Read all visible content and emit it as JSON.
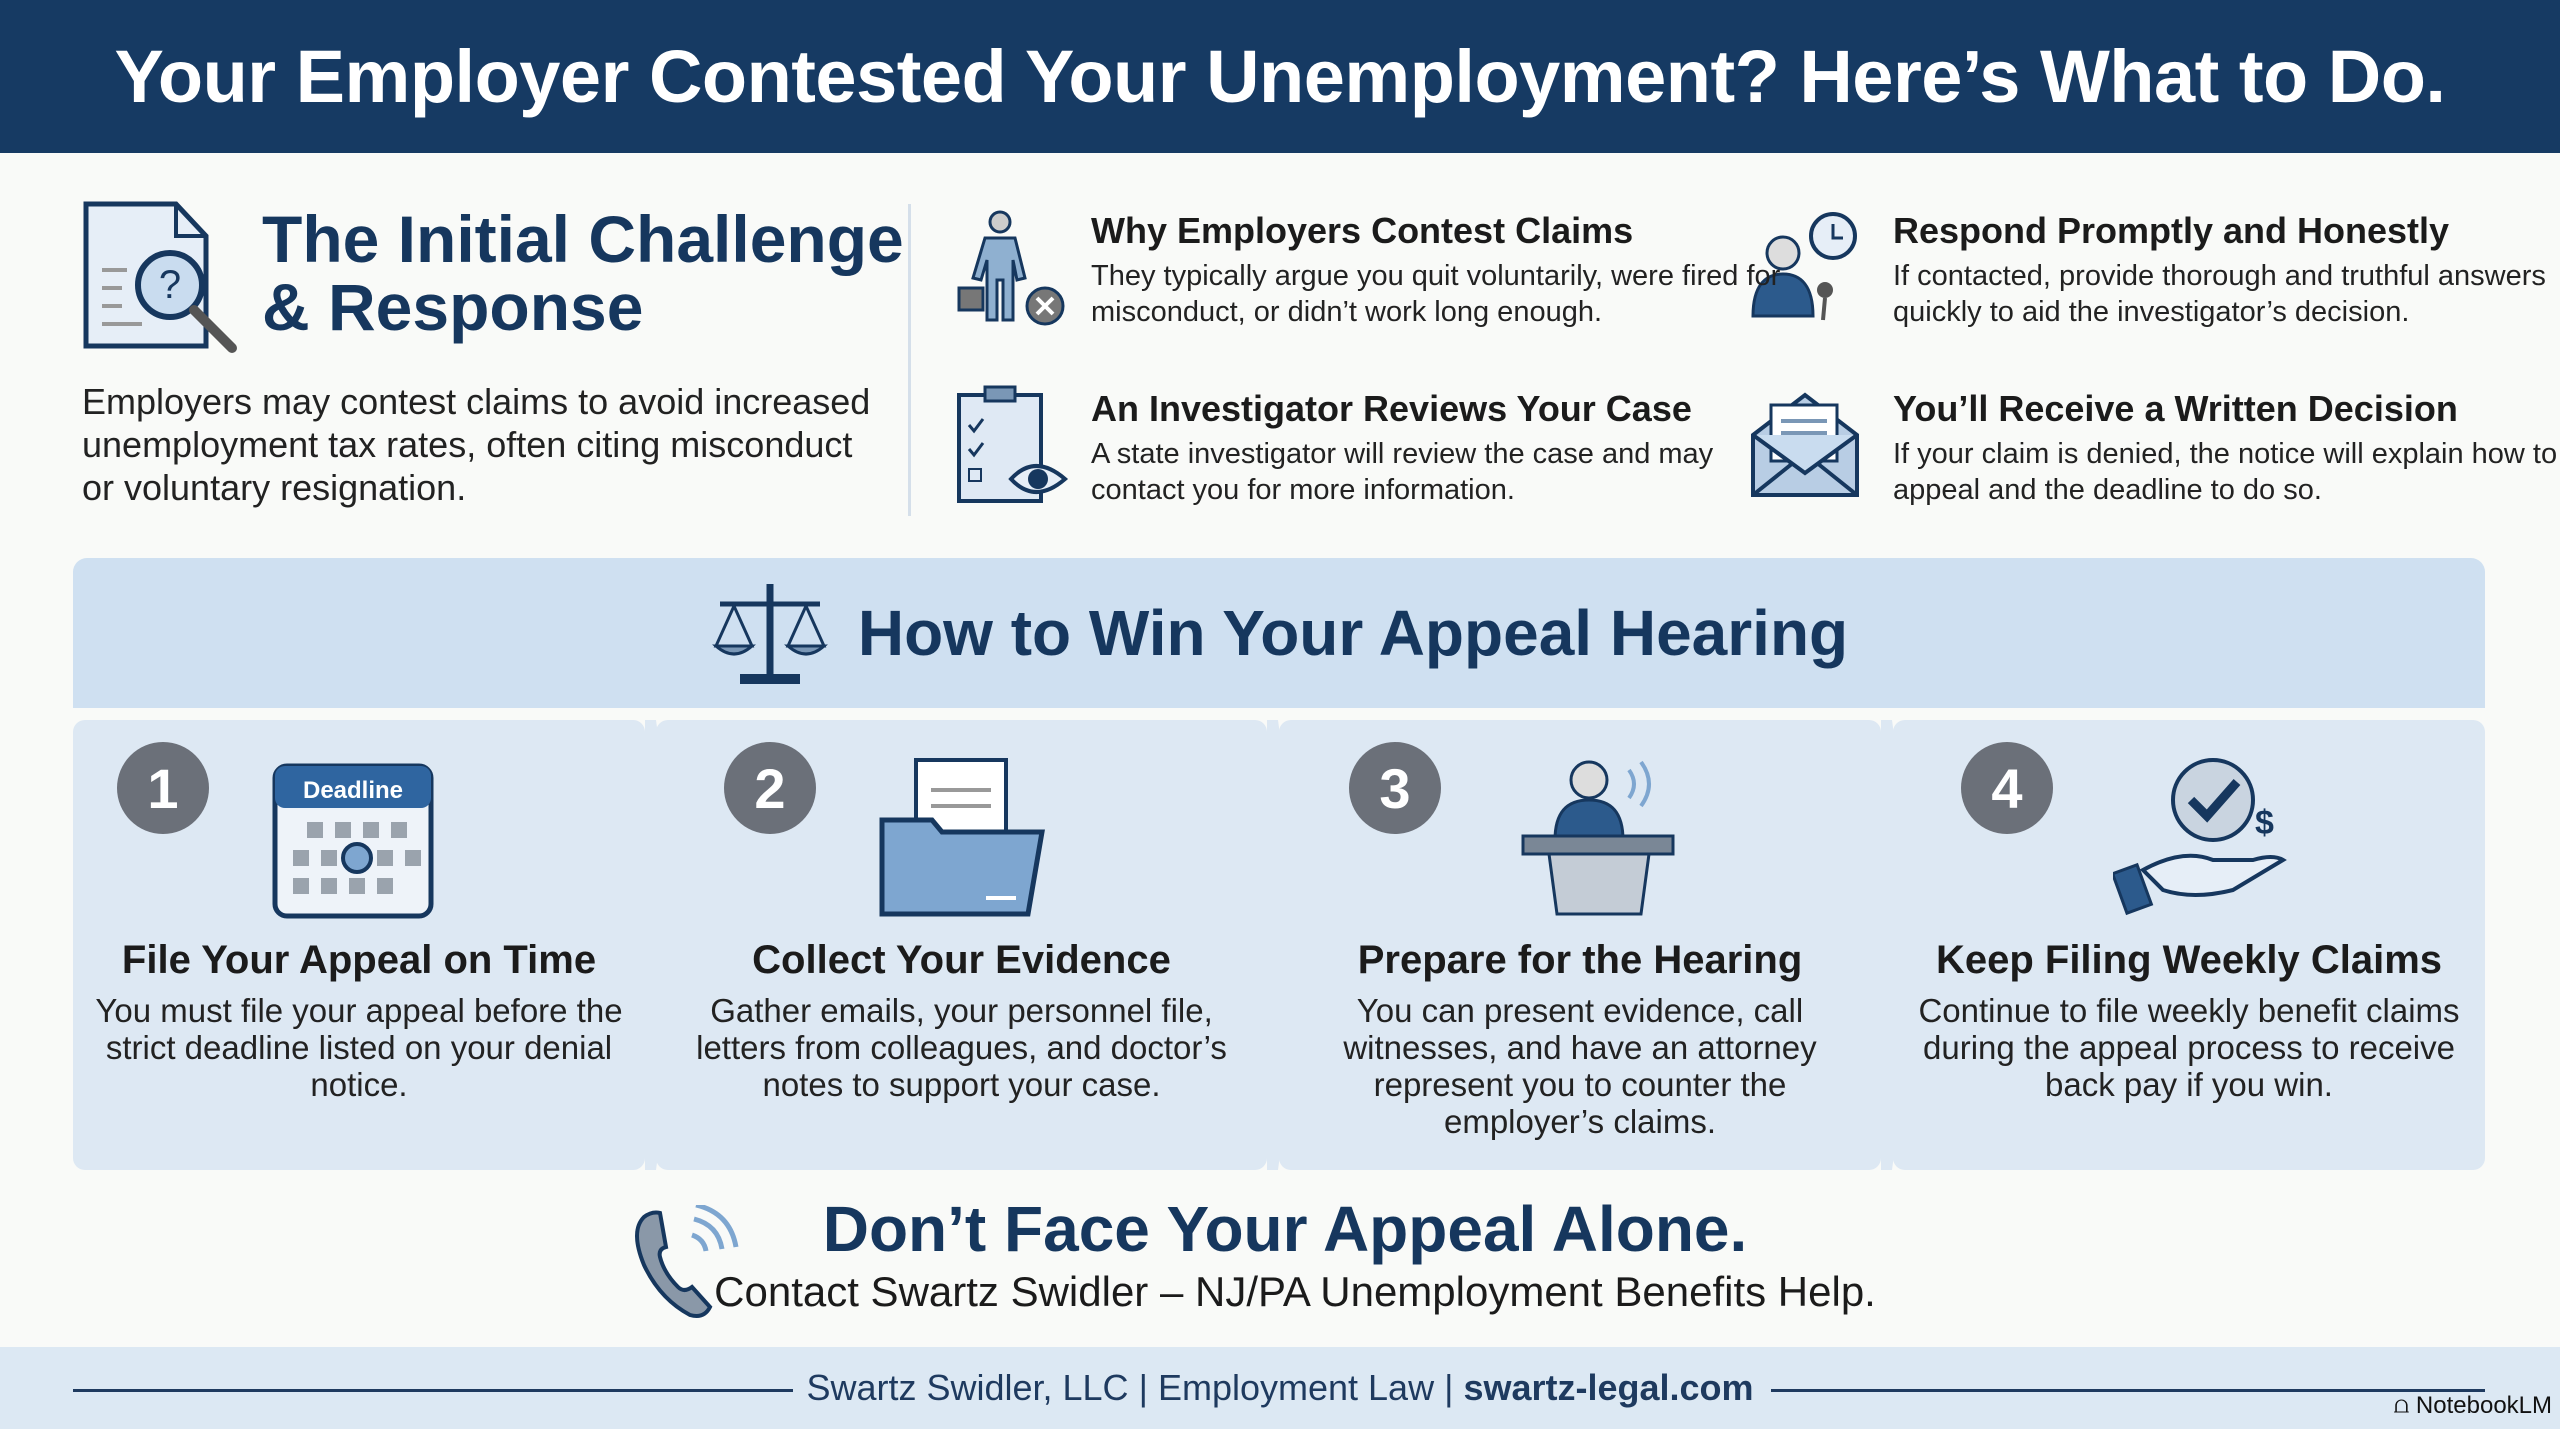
{
  "header": {
    "title": "Your Employer Contested Your Unemployment? Here’s What to Do."
  },
  "intro": {
    "title_line1": "The Initial Challenge",
    "title_line2": "& Response",
    "text": "Employers may contest claims to avoid increased unemployment tax rates, often citing misconduct or voluntary resignation."
  },
  "items": [
    {
      "title": "Why Employers Contest Claims",
      "text": "They typically argue you quit voluntarily, were fired for misconduct, or didn’t work long enough.",
      "icon": "person-leaving-icon"
    },
    {
      "title": "Respond Promptly and Honestly",
      "text": "If contacted, provide thorough and truthful answers quickly to aid the investigator’s decision.",
      "icon": "interview-clock-icon"
    },
    {
      "title": "An Investigator Reviews Your Case",
      "text": "A state investigator will review the case and may contact you for more information.",
      "icon": "clipboard-eye-icon"
    },
    {
      "title": "You’ll Receive a Written Decision",
      "text": "If your claim is denied, the notice will explain how to appeal and the deadline to do so.",
      "icon": "envelope-letter-icon"
    }
  ],
  "appeal": {
    "title": "How to Win Your Appeal Hearing",
    "steps": [
      {
        "number": "1",
        "title": "File Your Appeal on Time",
        "text": "You must file your appeal before the strict deadline listed on your denial notice.",
        "icon_label": "Deadline"
      },
      {
        "number": "2",
        "title": "Collect Your Evidence",
        "text": "Gather emails, your personnel file, letters from colleagues, and doctor’s notes to support your case."
      },
      {
        "number": "3",
        "title": "Prepare for the Hearing",
        "text": "You can present evidence, call witnesses, and have an attorney represent you to counter the employer’s claims."
      },
      {
        "number": "4",
        "title": "Keep Filing Weekly Claims",
        "text": "Continue to file weekly benefit claims during the appeal process to receive back pay if you win."
      }
    ]
  },
  "cta": {
    "title": "Don’t Face Your Appeal Alone.",
    "subtitle": "Contact Swartz Swidler – NJ/PA Unemployment Benefits Help."
  },
  "footer": {
    "firm": "Swartz Swidler, LLC",
    "sep": "|",
    "practice": "Employment Law",
    "website": "swartz-legal.com"
  },
  "watermark": "NotebookLM",
  "colors": {
    "navy": "#163a63",
    "band": "#cfe0f1",
    "card": "#dde8f3"
  }
}
